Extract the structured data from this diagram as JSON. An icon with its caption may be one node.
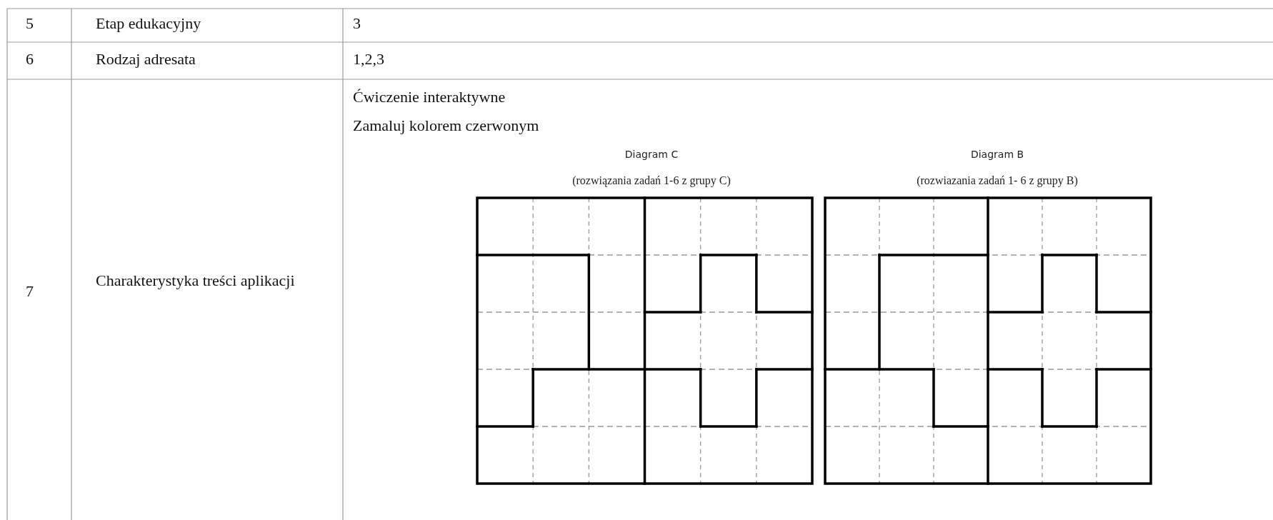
{
  "diagram": {
    "labels": [
      "5",
      "Etap edukacyjny",
      "3",
      "6",
      "Rodzaj adresata",
      "1,2,3",
      "7",
      "Charakterystyka treści aplikacji",
      "Ćwiczenie interaktywne",
      "Zamaluj kolorem czerwonym",
      "Diagram C",
      "(rozwiązania zadań 1-6 z grupy C)",
      "Diagram B",
      "(rozwiazania zadań 1- 6 z grupy B)"
    ]
  }
}
